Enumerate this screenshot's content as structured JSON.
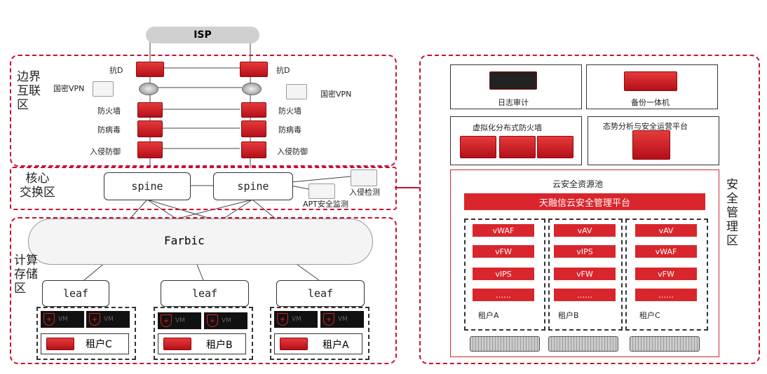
{
  "isp": "ISP",
  "zones": {
    "border": "边界\n互联\n区",
    "core": "核心\n交换区",
    "compute": "计算\n存储\n区",
    "security": "安\n全\n管\n理\n区"
  },
  "border_devices": {
    "anti_d": "抗D",
    "vpn": "国密VPN",
    "firewall": "防火墙",
    "antivirus": "防病毒",
    "ips": "入侵防御"
  },
  "core": {
    "spine": "spine",
    "ids": "入侵检测",
    "apt": "APT安全监测"
  },
  "fabric": "Farbic",
  "leaf": "leaf",
  "vm_label": "VM",
  "tenants": [
    "租户C",
    "租户B",
    "租户A"
  ],
  "security_panel": {
    "log_audit": "日志审计",
    "backup": "备份一体机",
    "vfw_dist": "虚拟化分布式防火墙",
    "situation": "态势分析与安全运营平台",
    "pool_title": "云安全资源池",
    "platform": "天融信云安全管理平台",
    "tenant_cols": [
      {
        "items": [
          "vWAF",
          "vFW",
          "vIPS",
          "……"
        ],
        "name": "租户A"
      },
      {
        "items": [
          "vAV",
          "vIPS",
          "vFW",
          "……"
        ],
        "name": "租户B"
      },
      {
        "items": [
          "vAV",
          "vWAF",
          "vFW",
          "……"
        ],
        "name": "租户C"
      }
    ]
  }
}
